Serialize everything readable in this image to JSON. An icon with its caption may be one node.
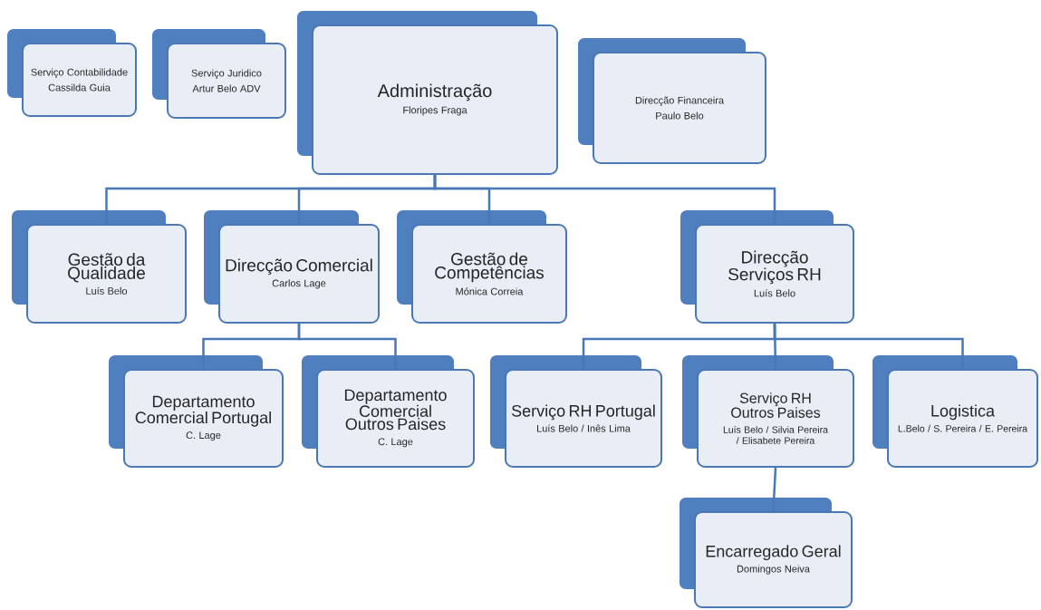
{
  "diagram": {
    "nodes": [
      {
        "text": [
          "Serviço Contabilidade",
          "Cassilda Guia"
        ]
      },
      {
        "text": [
          "Serviço Juridico",
          "Artur Belo ADV"
        ]
      },
      {
        "text": [
          "Administração",
          "Floripes Fraga"
        ]
      },
      {
        "text": [
          "Direcção Financeira",
          "Paulo Belo"
        ]
      },
      {
        "text": [
          "Gestão da Qualidade",
          "Luís Belo"
        ]
      },
      {
        "text": [
          "Direcção Comercial",
          "Carlos Lage"
        ]
      },
      {
        "text": [
          "Gestão de Competências",
          "Mónica Correia"
        ]
      },
      {
        "text": [
          "Direcção Serviços RH",
          "Luís Belo"
        ]
      },
      {
        "text": [
          "Departamento Comercial Portugal",
          "C. Lage"
        ]
      },
      {
        "text": [
          "Departamento Comercial Outros Paises",
          "C. Lage"
        ]
      },
      {
        "text": [
          "Serviço RH Portugal",
          "Luís Belo / Inês Lima"
        ]
      },
      {
        "text": [
          "Serviço RH Outros Paises",
          "Luís Belo / Silvia Pereira / Elisabete Pereira"
        ]
      },
      {
        "text": [
          "Logistica",
          "L.Belo / S. Pereira / E. Pereira"
        ]
      },
      {
        "text": [
          "Encarregado Geral",
          "Domingos Neiva"
        ]
      }
    ],
    "edges": [
      {
        "from": 2,
        "to": 4,
        "arrow": "none"
      },
      {
        "from": 2,
        "to": 5,
        "arrow": "none"
      },
      {
        "from": 2,
        "to": 6,
        "arrow": "none"
      },
      {
        "from": 2,
        "to": 7,
        "arrow": "none"
      },
      {
        "from": 5,
        "to": 8,
        "arrow": "none"
      },
      {
        "from": 5,
        "to": 9,
        "arrow": "none"
      },
      {
        "from": 7,
        "to": 10,
        "arrow": "none"
      },
      {
        "from": 7,
        "to": 11,
        "arrow": "none"
      },
      {
        "from": 7,
        "to": 12,
        "arrow": "none"
      },
      {
        "from": 11,
        "to": 13,
        "arrow": "none"
      }
    ]
  }
}
